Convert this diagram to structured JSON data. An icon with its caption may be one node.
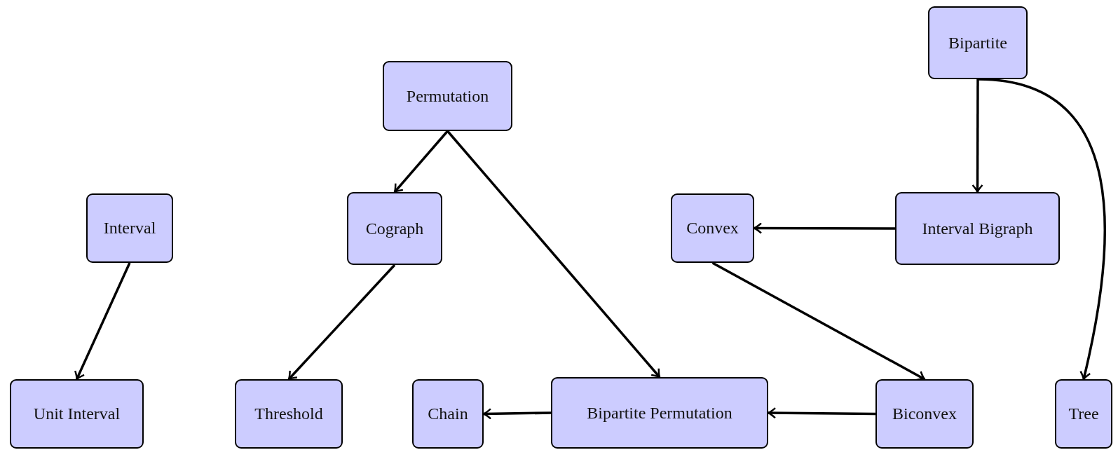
{
  "diagram": {
    "nodes": [
      {
        "text": [
          "Bipartite"
        ]
      },
      {
        "text": [
          "Permutation"
        ]
      },
      {
        "text": [
          "Interval"
        ]
      },
      {
        "text": [
          "Cograph"
        ]
      },
      {
        "text": [
          "Convex"
        ]
      },
      {
        "text": [
          "Interval Bigraph"
        ]
      },
      {
        "text": [
          "Unit Interval"
        ]
      },
      {
        "text": [
          "Threshold"
        ]
      },
      {
        "text": [
          "Chain"
        ]
      },
      {
        "text": [
          "Bipartite Permutation"
        ]
      },
      {
        "text": [
          "Biconvex"
        ]
      },
      {
        "text": [
          "Tree"
        ]
      }
    ],
    "edges": [
      {
        "from": 0,
        "to": 5,
        "arrow": "to"
      },
      {
        "from": 0,
        "to": 11,
        "arrow": "to"
      },
      {
        "from": 1,
        "to": 3,
        "arrow": "to"
      },
      {
        "from": 1,
        "to": 9,
        "arrow": "to"
      },
      {
        "from": 2,
        "to": 6,
        "arrow": "to"
      },
      {
        "from": 3,
        "to": 7,
        "arrow": "to"
      },
      {
        "from": 5,
        "to": 4,
        "arrow": "to"
      },
      {
        "from": 4,
        "to": 10,
        "arrow": "to"
      },
      {
        "from": 10,
        "to": 9,
        "arrow": "to"
      },
      {
        "from": 9,
        "to": 8,
        "arrow": "to"
      }
    ]
  }
}
